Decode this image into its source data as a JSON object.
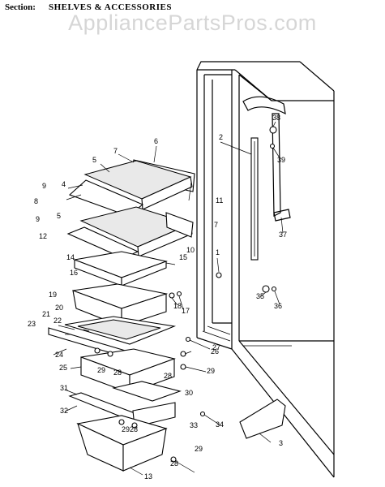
{
  "header": {
    "section_label": "Section:",
    "section_name": "SHELVES & ACCESSORIES",
    "watermark": "AppliancePartsPros.com"
  },
  "callouts": [
    "1",
    "2",
    "3",
    "4",
    "5",
    "5",
    "6",
    "7",
    "7",
    "8",
    "9",
    "9",
    "10",
    "11",
    "12",
    "13",
    "14",
    "15",
    "16",
    "17",
    "18",
    "19",
    "20",
    "21",
    "22",
    "23",
    "24",
    "25",
    "26",
    "27",
    "28",
    "28",
    "28",
    "28",
    "29",
    "29",
    "29",
    "29",
    "30",
    "31",
    "32",
    "33",
    "34",
    "35",
    "36",
    "37",
    "38",
    "39"
  ]
}
